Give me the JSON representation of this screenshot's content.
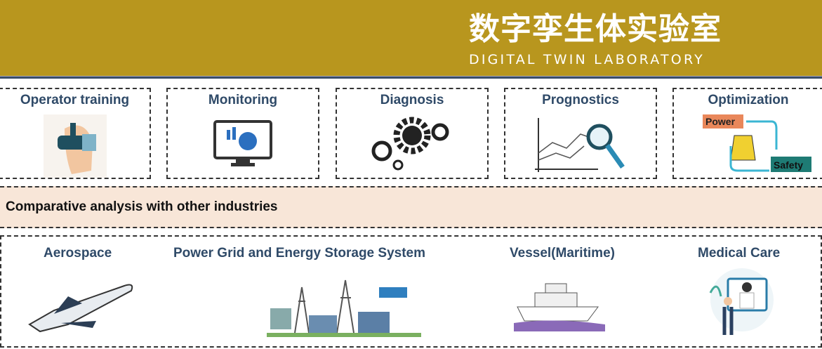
{
  "header": {
    "title_cn": "数字孪生体实验室",
    "title_en": "DIGITAL TWIN LABORATORY",
    "background": "#b8961e"
  },
  "applications": [
    {
      "label": "Operator training",
      "icon": "vr-headset-icon"
    },
    {
      "label": "Monitoring",
      "icon": "monitor-chart-icon"
    },
    {
      "label": "Diagnosis",
      "icon": "gears-wrench-icon"
    },
    {
      "label": "Prognostics",
      "icon": "chart-magnifier-icon"
    },
    {
      "label": "Optimization",
      "icon": "power-safety-cycle-icon",
      "power": "Power",
      "safety": "Safety"
    }
  ],
  "comparison": {
    "label": "Comparative analysis with other industries",
    "background": "#f8e6d8"
  },
  "industries": [
    {
      "label": "Aerospace",
      "icon": "space-shuttle-icon"
    },
    {
      "label": "Power Grid and Energy Storage System",
      "icon": "power-grid-icon"
    },
    {
      "label": "Vessel(Maritime)",
      "icon": "ship-icon"
    },
    {
      "label": "Medical Care",
      "icon": "doctor-icon"
    }
  ]
}
